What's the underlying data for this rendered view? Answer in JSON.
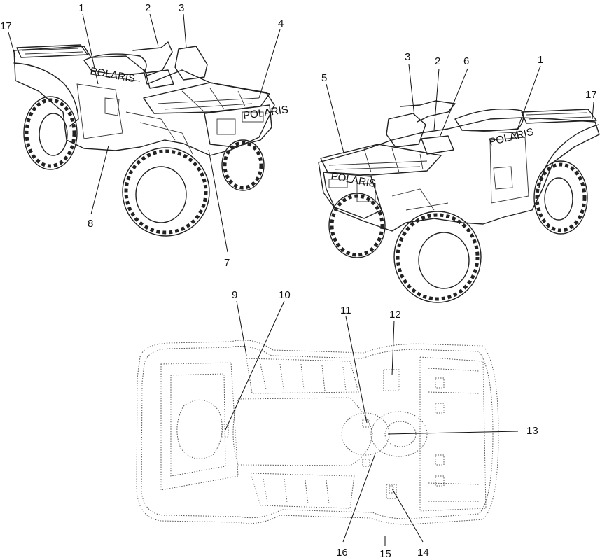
{
  "figure": {
    "views": [
      {
        "view": "left-front",
        "callouts": [
          "17",
          "1",
          "2",
          "3",
          "4",
          "8",
          "7"
        ]
      },
      {
        "view": "right-front",
        "callouts": [
          "3",
          "2",
          "6",
          "1",
          "5",
          "17"
        ]
      },
      {
        "view": "underside",
        "callouts": [
          "9",
          "10",
          "11",
          "12",
          "13",
          "16",
          "15",
          "14"
        ]
      }
    ],
    "decal_text": {
      "fender_brand_left": "POLARIS",
      "hood_brand_left": "POLARIS",
      "fender_brand_right": "POLARIS",
      "hood_brand_right": "POLARIS"
    }
  }
}
